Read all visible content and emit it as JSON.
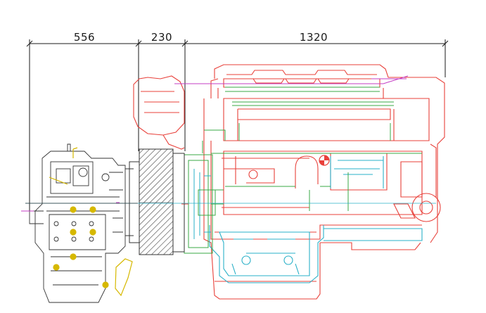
{
  "dimensions": [
    {
      "id": "gearbox",
      "label": "556"
    },
    {
      "id": "coupling",
      "label": "230"
    },
    {
      "id": "engine",
      "label": "1320"
    }
  ],
  "colors": {
    "engine": "#e8403a",
    "coolant": "#2ab0c8",
    "piping": "#3aa844",
    "gearbox": "#333333",
    "accent": "#d6b800",
    "magenta": "#c43cc4",
    "dimension": "#1a1a1a"
  }
}
